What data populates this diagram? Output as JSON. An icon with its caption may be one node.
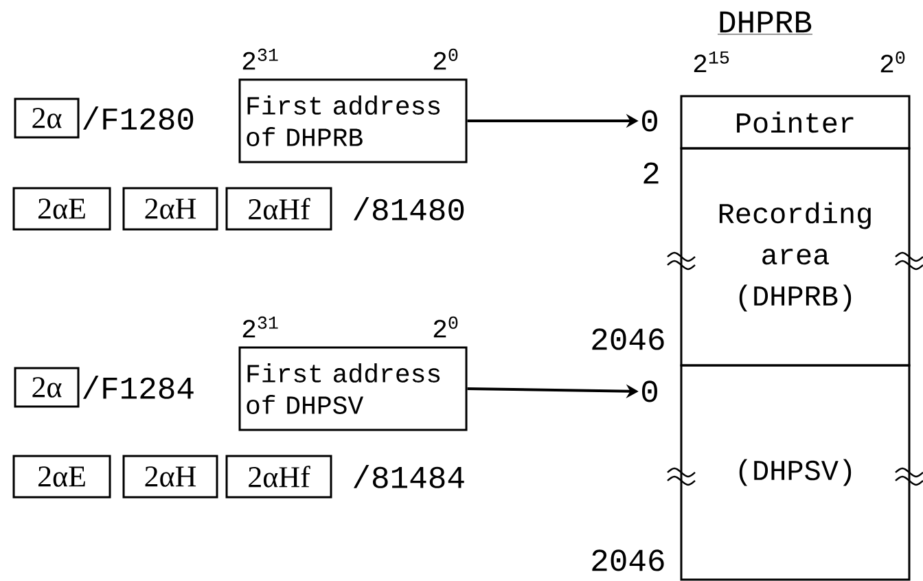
{
  "diagram": {
    "nodes": [
      {
        "text": [
          "2α"
        ]
      },
      {
        "text": [
          "First address of DHPRB"
        ],
        "beside": [
          "2$^{31}$",
          "2$^{0}$"
        ]
      },
      {
        "text": [
          "0"
        ]
      },
      {
        "text": [
          "Pointer"
        ]
      },
      {
        "text": [
          "2αE"
        ]
      },
      {
        "text": [
          "2αH"
        ]
      },
      {
        "text": [
          "2αHf"
        ]
      },
      {
        "text": [
          "Recording area (DHPRB)"
        ]
      },
      {
        "text": [
          "2α"
        ]
      },
      {
        "text": [
          "First address of DHPSV"
        ],
        "beside": [
          "2$^{31}$",
          "2$^{0}$"
        ]
      },
      {
        "text": [
          "0"
        ]
      },
      {
        "text": [
          "(DHPSV)"
        ]
      },
      {
        "text": [
          "2αE"
        ]
      },
      {
        "text": [
          "2αH"
        ]
      },
      {
        "text": [
          "2αHf"
        ]
      }
    ],
    "edges": [
      {
        "from": 1,
        "to": 2,
        "arrow": "to"
      },
      {
        "from": 9,
        "to": 10,
        "arrow": "to"
      }
    ],
    "labels": [
      "DHPRB",
      "2$^{15}$",
      "2$^{0}$",
      "/F1280",
      "2",
      "/81480",
      "2046",
      "/F1284",
      "/81484",
      "2046"
    ]
  }
}
